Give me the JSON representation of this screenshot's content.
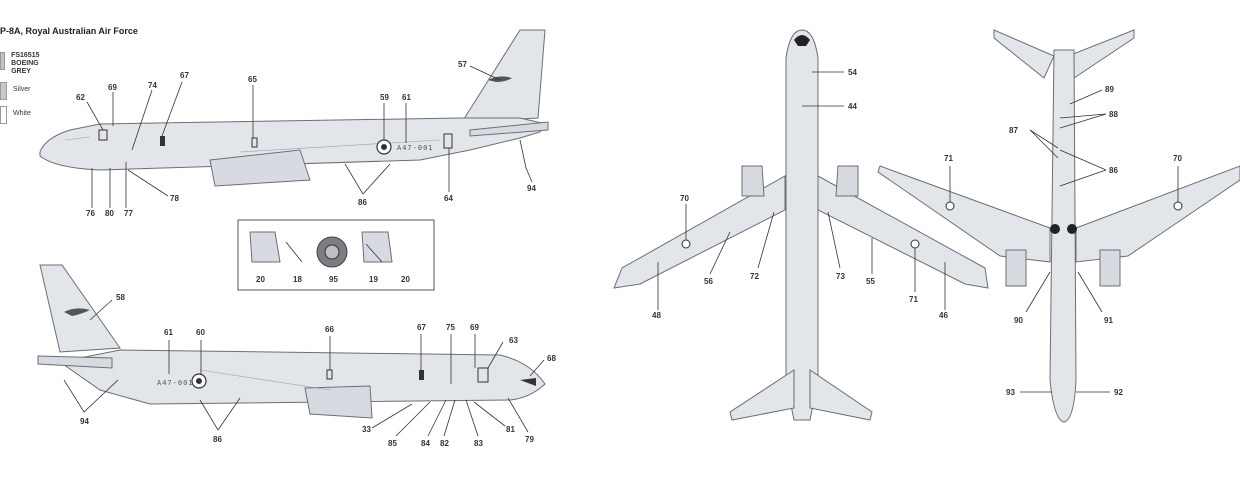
{
  "title": "P-8A, Royal Australian Air Force",
  "legend": [
    {
      "line1": "FS16515",
      "line2": "BOEING GREY",
      "color": "#bfc3c8"
    },
    {
      "line1": "Silver",
      "line2": "",
      "color": "#c8c8c8"
    },
    {
      "line1": "White",
      "line2": "",
      "color": "#ffffff"
    }
  ],
  "colors": {
    "fuselage": "#e2e5ea",
    "outline": "#6b6f74",
    "shade": "#cfd3d9",
    "dark": "#333333"
  },
  "registration": "A47-001",
  "side_view_left": {
    "callouts": [
      "62",
      "69",
      "74",
      "67",
      "65",
      "59",
      "61",
      "57",
      "76",
      "80",
      "77",
      "78",
      "86",
      "64",
      "94"
    ]
  },
  "side_view_right": {
    "callouts": [
      "58",
      "61",
      "60",
      "66",
      "67",
      "75",
      "69",
      "63",
      "68",
      "94",
      "86",
      "33",
      "85",
      "84",
      "82",
      "83",
      "81",
      "79"
    ]
  },
  "detail_box": {
    "callouts": [
      "20",
      "18",
      "95",
      "19",
      "20"
    ]
  },
  "top_view": {
    "callouts": [
      "54",
      "44",
      "70",
      "72",
      "73",
      "56",
      "55",
      "71",
      "48",
      "46"
    ]
  },
  "bottom_view": {
    "callouts": [
      "89",
      "88",
      "87",
      "86",
      "71",
      "70",
      "90",
      "91",
      "93",
      "92"
    ]
  }
}
